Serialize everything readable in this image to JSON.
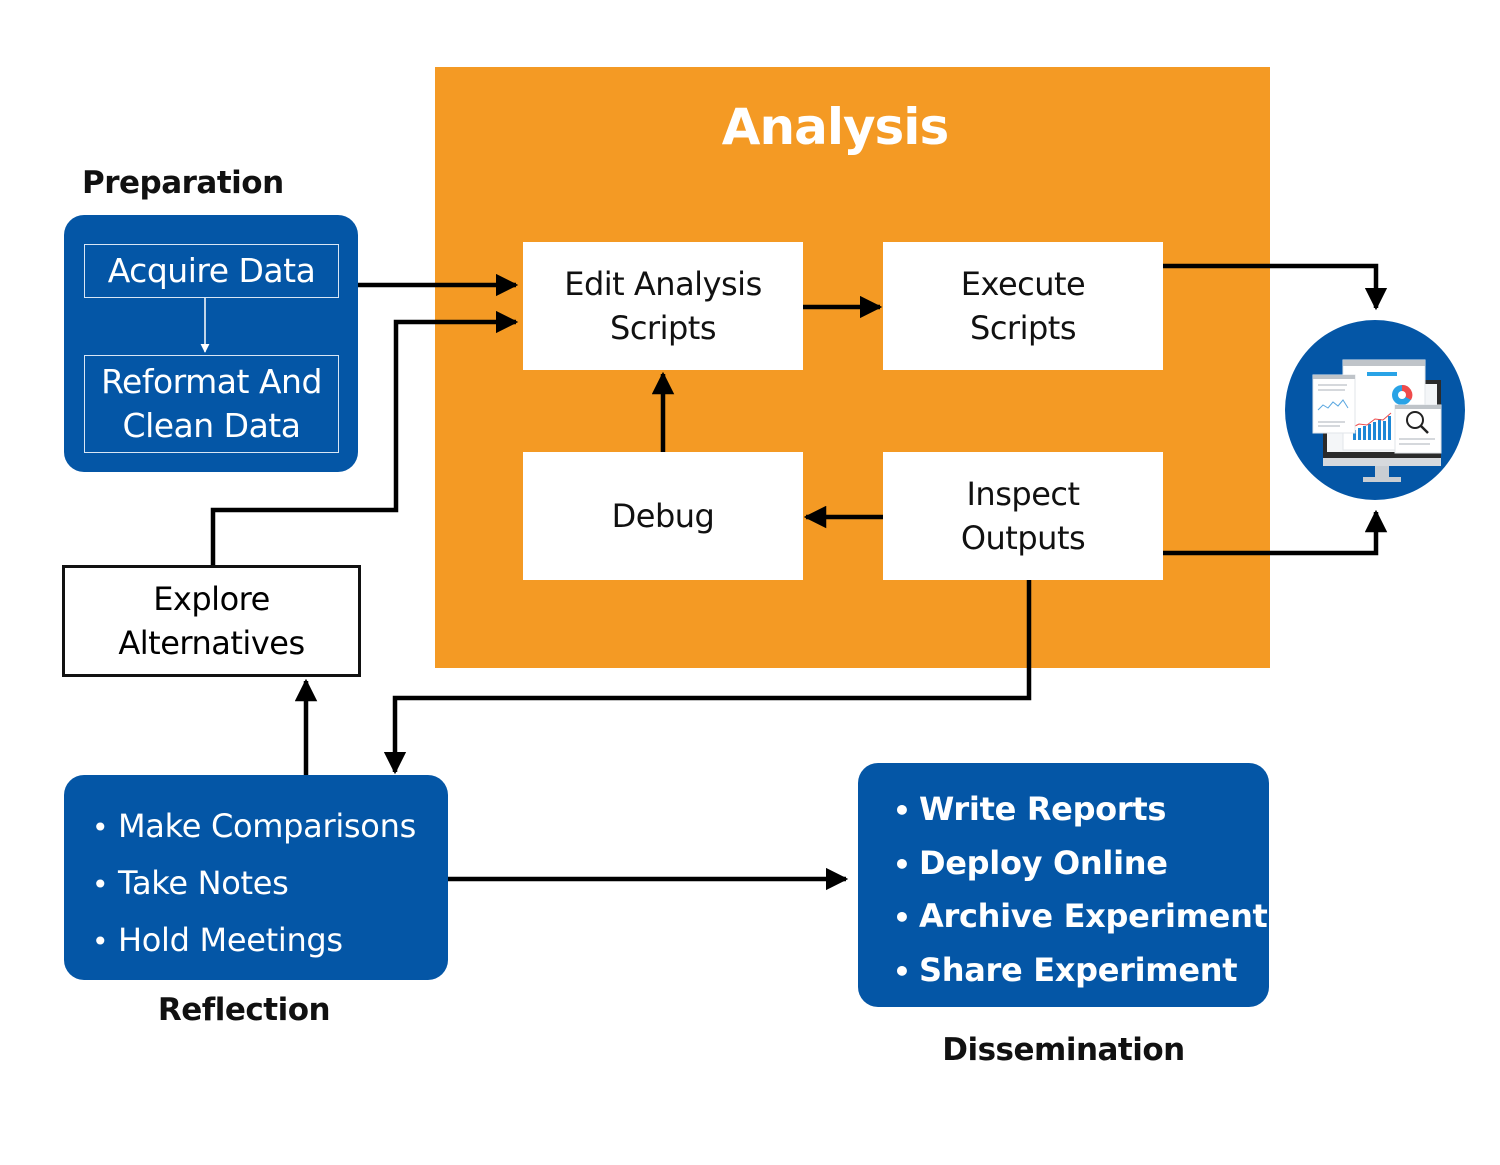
{
  "analysis": {
    "title": "Analysis",
    "steps": {
      "edit": "Edit Analysis Scripts",
      "execute": "Execute Scripts",
      "debug": "Debug",
      "inspect": "Inspect Outputs"
    }
  },
  "preparation": {
    "label": "Preparation",
    "steps": {
      "acquire": "Acquire Data",
      "reformat": "Reformat And Clean Data"
    }
  },
  "explore": {
    "label": "Explore Alternatives"
  },
  "reflection": {
    "label": "Reflection",
    "items": [
      "Make Comparisons",
      "Take Notes",
      "Hold Meetings"
    ]
  },
  "dissemination": {
    "label": "Dissemination",
    "items": [
      "Write Reports",
      "Deploy Online",
      "Archive Experiment",
      "Share Experiment"
    ]
  },
  "output_icon": {
    "semantic": "analytics-dashboard-monitor-icon"
  },
  "colors": {
    "blue": "#0456a6",
    "orange": "#f49a24",
    "arrow": "#000000"
  }
}
